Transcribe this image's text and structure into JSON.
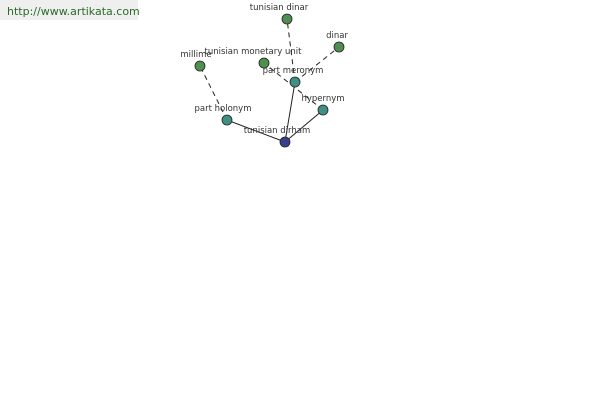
{
  "source_url": "http://www.artikata.com",
  "colors": {
    "leaf_node": "#4f8f4f",
    "relation_node": "#3f8f85",
    "root_node": "#3a3f8c",
    "edge": "#222222",
    "url_text": "#2a6a2a"
  },
  "graph": {
    "nodes": [
      {
        "id": "root",
        "label": "tunisian dirham",
        "kind": "root"
      },
      {
        "id": "part_holonym",
        "label": "part holonym",
        "kind": "relation"
      },
      {
        "id": "part_meronym",
        "label": "part meronym",
        "kind": "relation"
      },
      {
        "id": "hypernym",
        "label": "hypernym",
        "kind": "relation"
      },
      {
        "id": "millime",
        "label": "millime",
        "kind": "leaf"
      },
      {
        "id": "tunisian_dinar",
        "label": "tunisian dinar",
        "kind": "leaf"
      },
      {
        "id": "tunisian_monetary_unit",
        "label": "tunisian monetary unit",
        "kind": "leaf"
      },
      {
        "id": "dinar",
        "label": "dinar",
        "kind": "leaf"
      }
    ],
    "edges": [
      {
        "from": "root",
        "to": "part_holonym",
        "style": "solid"
      },
      {
        "from": "root",
        "to": "part_meronym",
        "style": "solid"
      },
      {
        "from": "root",
        "to": "hypernym",
        "style": "solid"
      },
      {
        "from": "part_holonym",
        "to": "millime",
        "style": "dashed"
      },
      {
        "from": "part_meronym",
        "to": "tunisian_dinar",
        "style": "dashed"
      },
      {
        "from": "part_meronym",
        "to": "dinar",
        "style": "dashed"
      },
      {
        "from": "hypernym",
        "to": "tunisian_monetary_unit",
        "style": "dashed"
      }
    ]
  }
}
